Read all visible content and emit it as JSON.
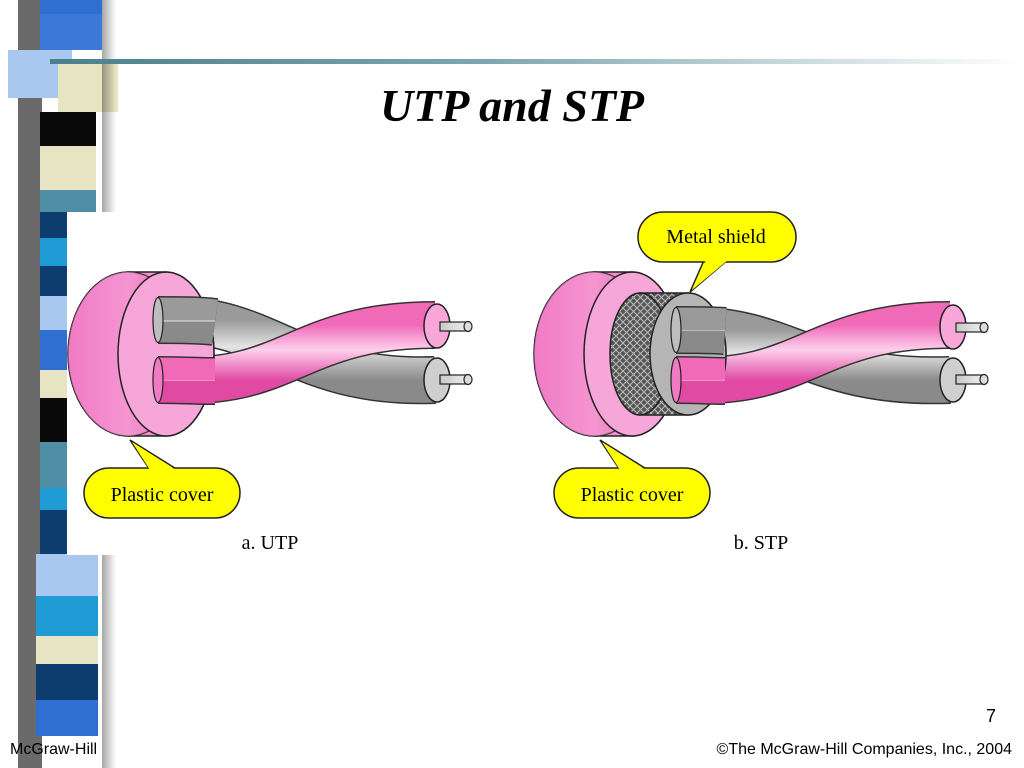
{
  "slide": {
    "title": "UTP and STP",
    "page_number": "7",
    "footer_left": "McGraw-Hill",
    "footer_right": "©The McGraw-Hill Companies, Inc., 2004"
  },
  "diagram": {
    "utp": {
      "caption": "a. UTP",
      "callout": "Plastic cover"
    },
    "stp": {
      "caption": "b. STP",
      "callout_cover": "Plastic cover",
      "callout_shield": "Metal shield"
    }
  },
  "colors": {
    "pink": "#f36cc0",
    "pink_light": "#f9a7d9",
    "gray_wire": "#b9b9b9",
    "callout_yellow": "#ffff00",
    "strip_blue": "#2f6fd1",
    "strip_navy": "#0d3c6e",
    "strip_beige": "#e6e4c2",
    "strip_teal": "#4f8fa6"
  }
}
